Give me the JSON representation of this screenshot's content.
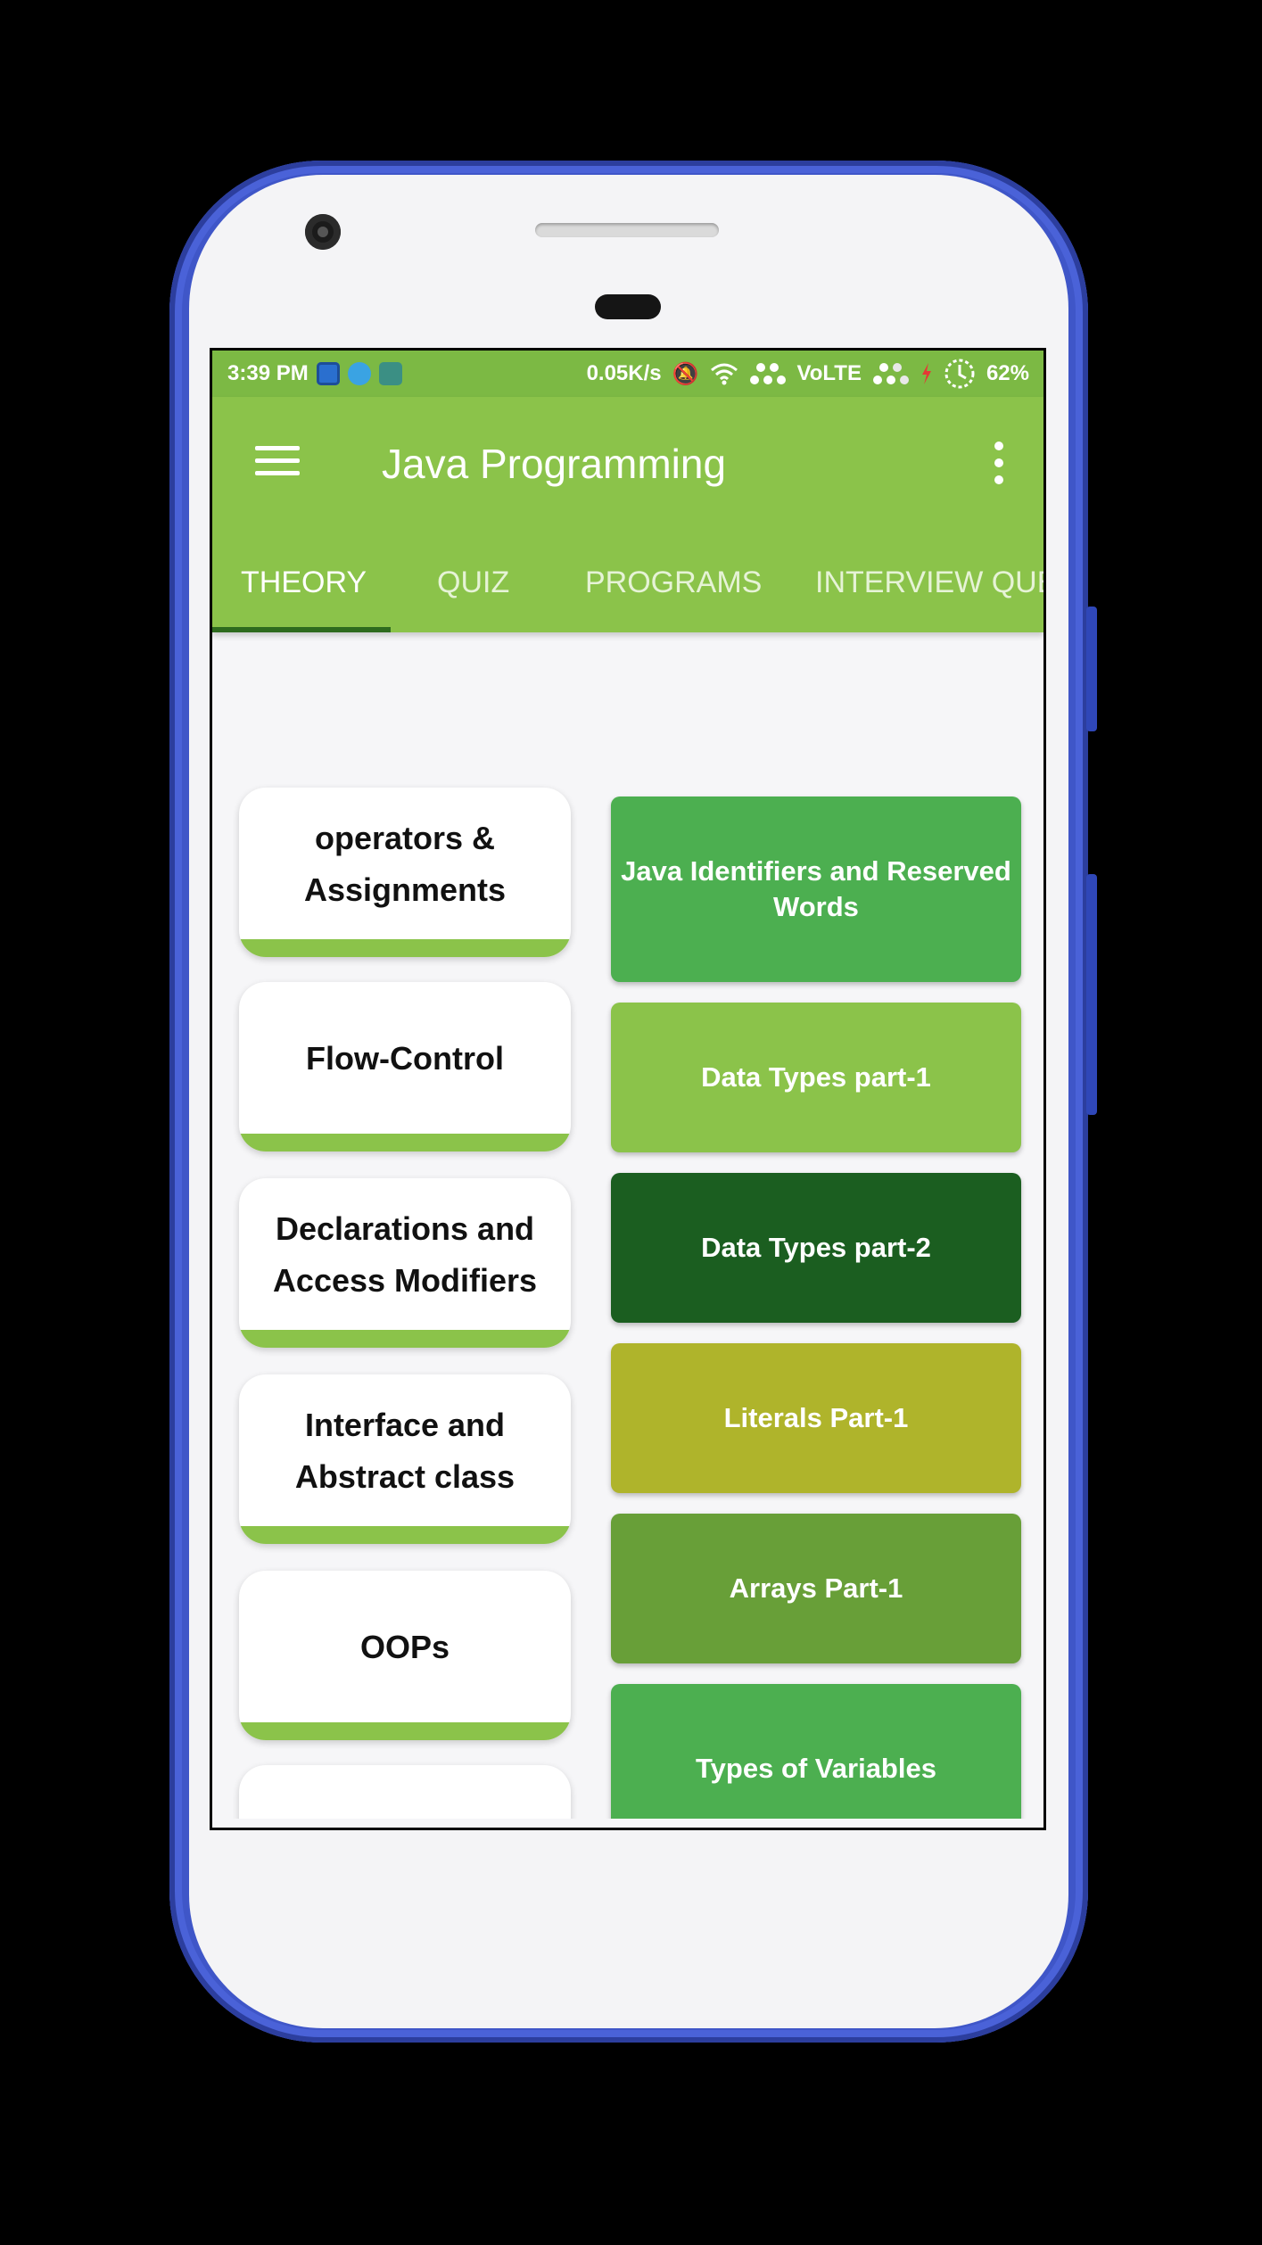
{
  "status_bar": {
    "time": "3:39 PM",
    "network_speed": "0.05K/s",
    "network_type": "VoLTE",
    "battery": "62%",
    "icons": [
      "hike-icon",
      "telegram-icon",
      "app-icon",
      "mute-icon",
      "wifi-icon",
      "signal-icon",
      "signal-icon",
      "charging-icon"
    ]
  },
  "app_bar": {
    "title": "Java Programming"
  },
  "tabs": [
    {
      "label": "THEORY",
      "active": true
    },
    {
      "label": "QUIZ",
      "active": false
    },
    {
      "label": "PROGRAMS",
      "active": false
    },
    {
      "label": "INTERVIEW QUE",
      "active": false
    }
  ],
  "left_topics": [
    {
      "label": "operators & Assignments"
    },
    {
      "label": "Flow-Control"
    },
    {
      "label": "Declarations and Access Modifiers"
    },
    {
      "label": "Interface and Abstract class"
    },
    {
      "label": "OOPs"
    },
    {
      "label": ""
    }
  ],
  "right_topics": [
    {
      "label": "Java Identifiers and Reserved Words",
      "color": "#4caf50"
    },
    {
      "label": "Data Types part-1",
      "color": "#8bc34a"
    },
    {
      "label": "Data Types part-2",
      "color": "#1b5e20"
    },
    {
      "label": "Literals Part-1",
      "color": "#afb42b"
    },
    {
      "label": "Arrays Part-1",
      "color": "#689f38"
    },
    {
      "label": "Types of Variables",
      "color": "#4caf50"
    }
  ],
  "colors": {
    "primary": "#8bc34a",
    "status_bar": "#7cb944",
    "phone_frame": "#3f56c8"
  }
}
